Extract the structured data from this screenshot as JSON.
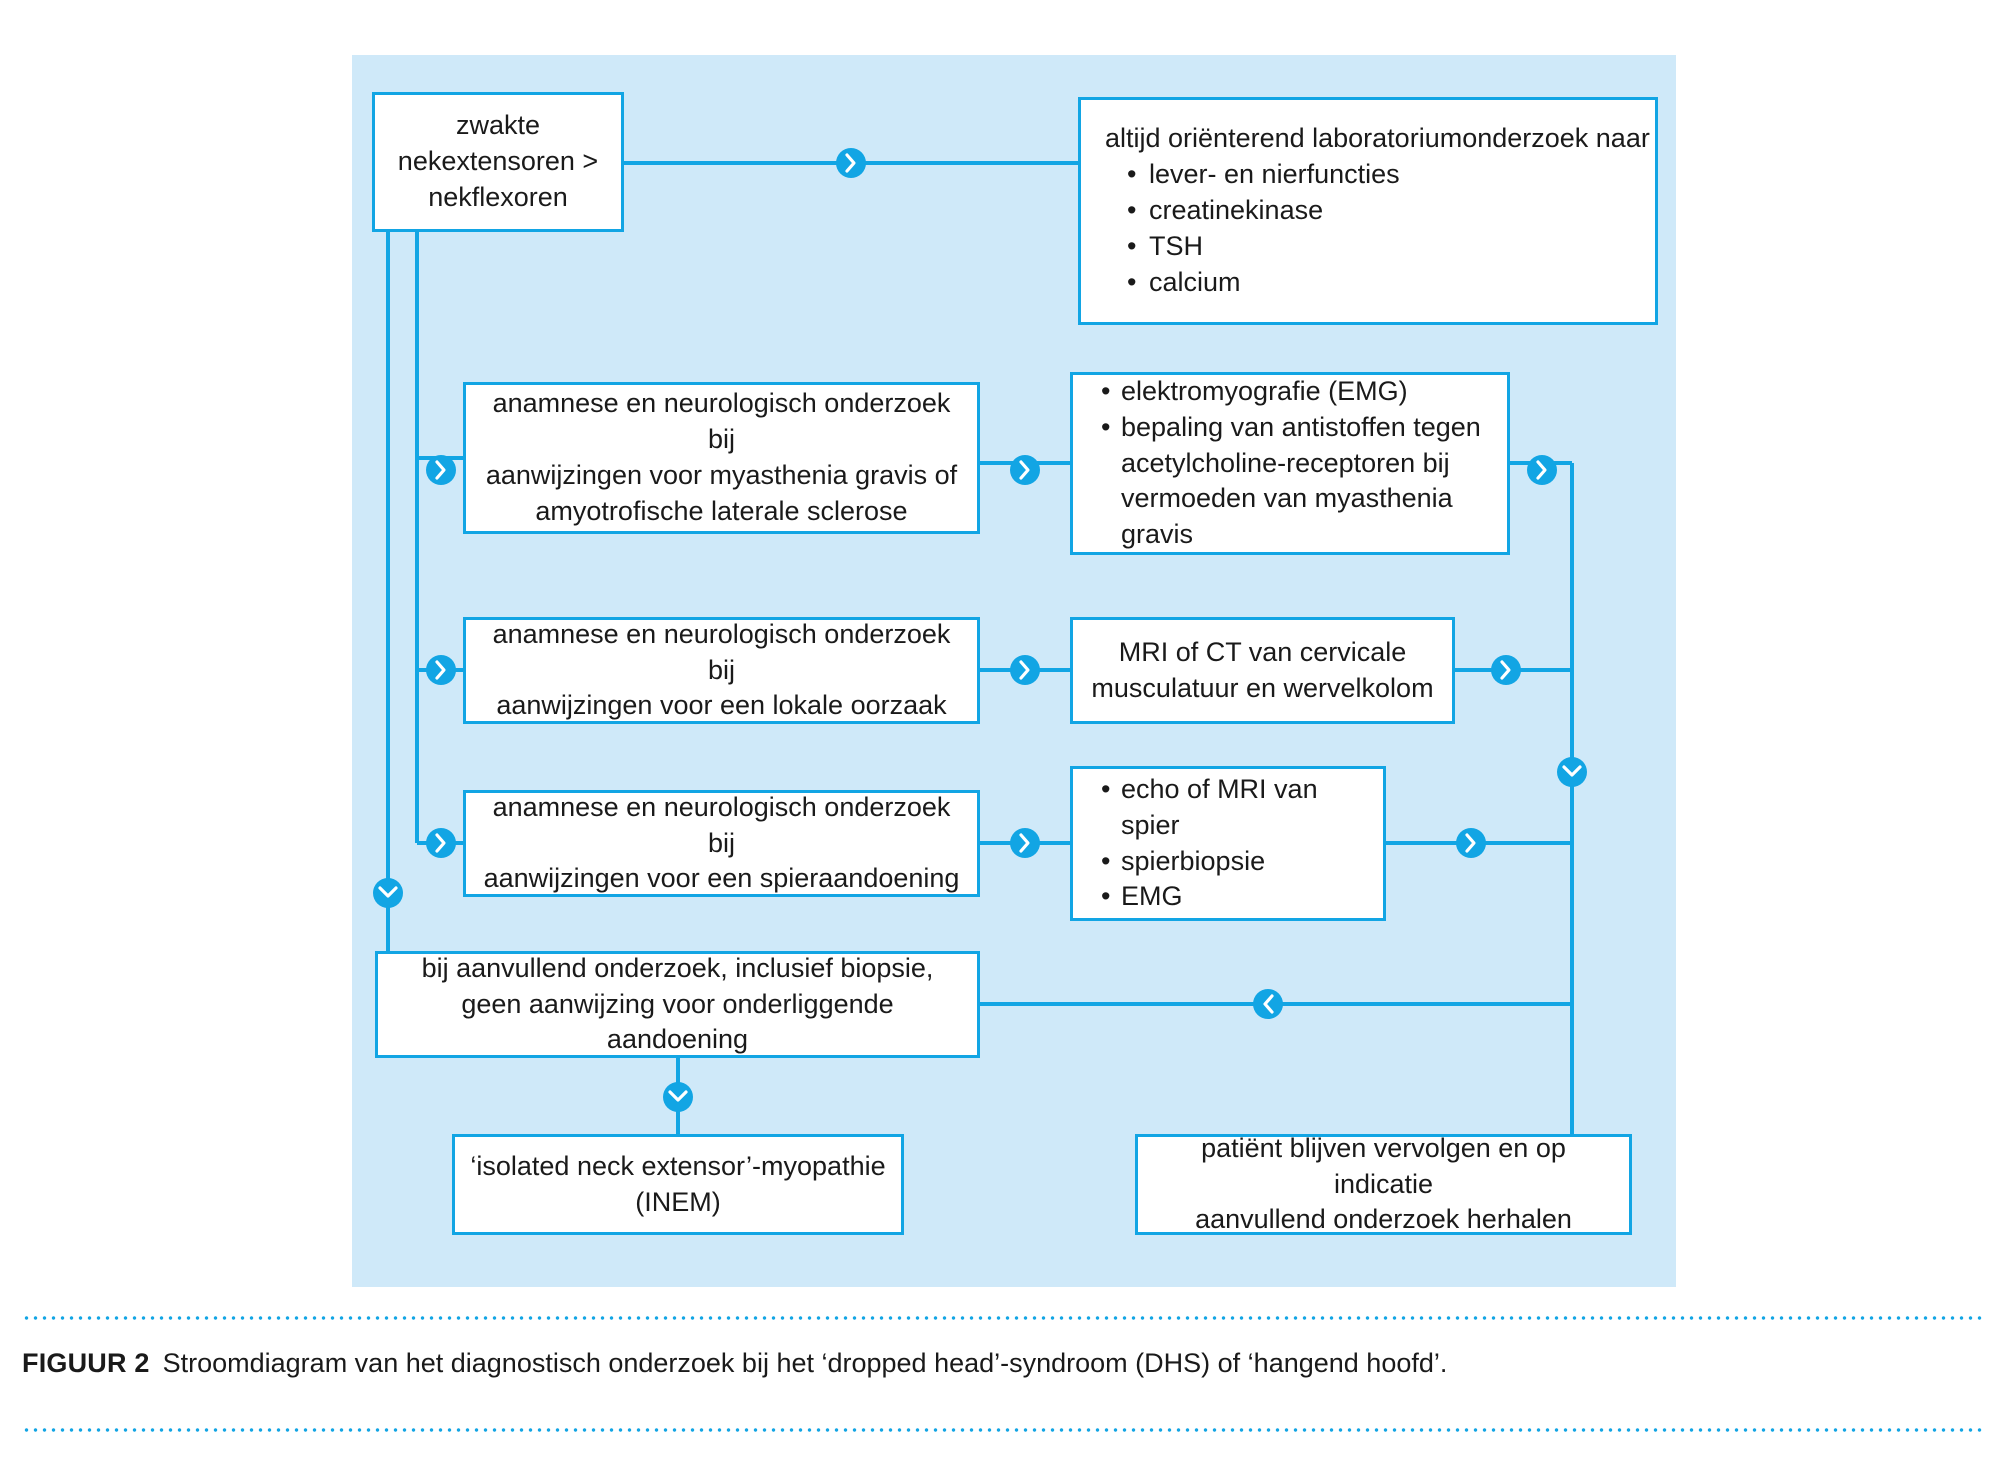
{
  "figure": {
    "label": "FIGUUR 2",
    "caption": "Stroomdiagram van het diagnostisch onderzoek bij het ‘dropped head’-syndroom (DHS) of ‘hangend hoofd’.",
    "panel_color": "#cfe9f9",
    "accent_color": "#12a5e4",
    "box_fill": "#ffffff",
    "text_color": "#1a1a1a"
  },
  "nodes": {
    "zwakte": {
      "id": "zwakte",
      "lines": [
        "zwakte",
        "nekextensoren  >",
        "nekflexoren"
      ]
    },
    "lab": {
      "id": "lab",
      "head": "altijd oriënterend laboratoriumonderzoek naar",
      "bullets": [
        "lever- en nierfuncties",
        "creatinekinase",
        "TSH",
        "calcium"
      ]
    },
    "mg": {
      "id": "mg",
      "lines": [
        "anamnese en neurologisch onderzoek bij",
        "aanwijzingen voor myasthenia gravis of",
        "amyotrofische laterale sclerose"
      ]
    },
    "emg": {
      "id": "emg",
      "bullets": [
        "elektromyografie (EMG)",
        "bepaling van antistoffen tegen"
      ],
      "continuation": [
        "acetylcholine-receptoren bij",
        "vermoeden van myasthenia gravis"
      ]
    },
    "lokaal": {
      "id": "lokaal",
      "lines": [
        "anamnese en neurologisch onderzoek bij",
        "aanwijzingen voor een lokale oorzaak"
      ]
    },
    "mri": {
      "id": "mri",
      "lines": [
        "MRI of CT van cervicale",
        "musculatuur en wervelkolom"
      ]
    },
    "spier": {
      "id": "spier",
      "lines": [
        "anamnese en neurologisch onderzoek bij",
        "aanwijzingen voor een spieraandoening"
      ]
    },
    "echo": {
      "id": "echo",
      "bullets": [
        "echo of MRI van spier",
        "spierbiopsie",
        "EMG"
      ]
    },
    "geen": {
      "id": "geen",
      "lines": [
        "bij aanvullend onderzoek, inclusief biopsie,",
        "geen aanwijzing voor onderliggende aandoening"
      ]
    },
    "inem": {
      "id": "inem",
      "lines": [
        "‘isolated neck extensor’-myopathie",
        "(INEM)"
      ]
    },
    "vervolg": {
      "id": "vervolg",
      "lines": [
        "patiënt blijven vervolgen en op indicatie",
        "aanvullend onderzoek herhalen"
      ]
    }
  },
  "connectors": [
    {
      "from": "zwakte",
      "to": "lab",
      "marker": "chevron-right"
    },
    {
      "from": "zwakte",
      "to": "mg",
      "marker": "chevron-right"
    },
    {
      "from": "zwakte",
      "to": "lokaal",
      "marker": "chevron-right"
    },
    {
      "from": "zwakte",
      "to": "spier",
      "marker": "chevron-right"
    },
    {
      "from": "zwakte",
      "to": "geen",
      "marker": "chevron-down"
    },
    {
      "from": "mg",
      "to": "emg",
      "marker": "chevron-right"
    },
    {
      "from": "lokaal",
      "to": "mri",
      "marker": "chevron-right"
    },
    {
      "from": "spier",
      "to": "echo",
      "marker": "chevron-right"
    },
    {
      "from": "emg",
      "to": "collector",
      "marker": "chevron-right"
    },
    {
      "from": "mri",
      "to": "collector",
      "marker": "chevron-right"
    },
    {
      "from": "echo",
      "to": "collector",
      "marker": "chevron-right"
    },
    {
      "from": "collector",
      "to": "vervolg",
      "marker": "chevron-down"
    },
    {
      "from": "collector",
      "to": "geen",
      "marker": "chevron-left"
    },
    {
      "from": "geen",
      "to": "inem",
      "marker": "chevron-down"
    }
  ]
}
